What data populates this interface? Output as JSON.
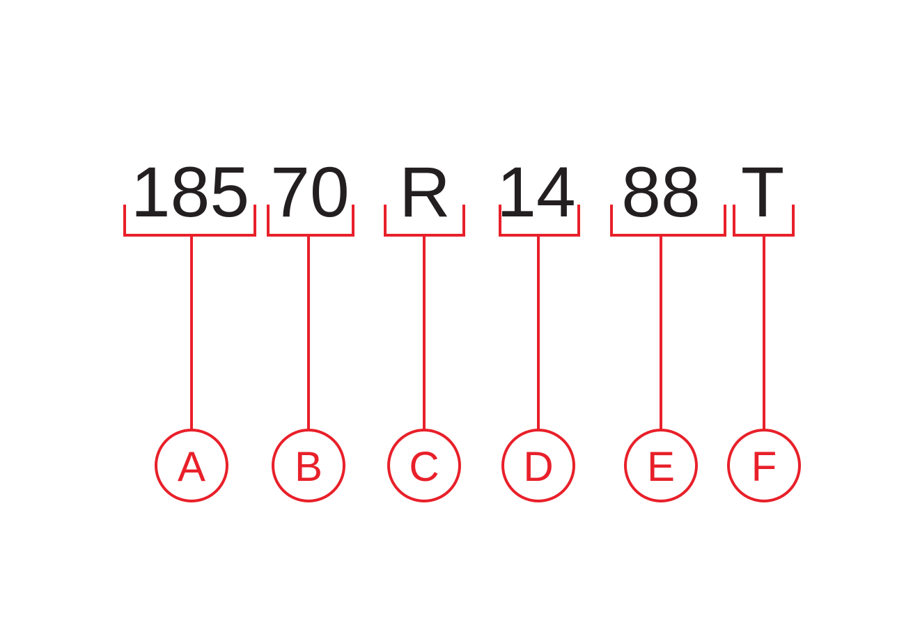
{
  "segments": [
    {
      "code": "185",
      "letter": "A"
    },
    {
      "code": "70",
      "letter": "B"
    },
    {
      "code": "R",
      "letter": "C"
    },
    {
      "code": "14",
      "letter": "D"
    },
    {
      "code": "88",
      "letter": "E"
    },
    {
      "code": "T",
      "letter": "F"
    }
  ],
  "colors": {
    "annotation": "#e8202a",
    "text": "#231f20",
    "background": "#ffffff"
  }
}
